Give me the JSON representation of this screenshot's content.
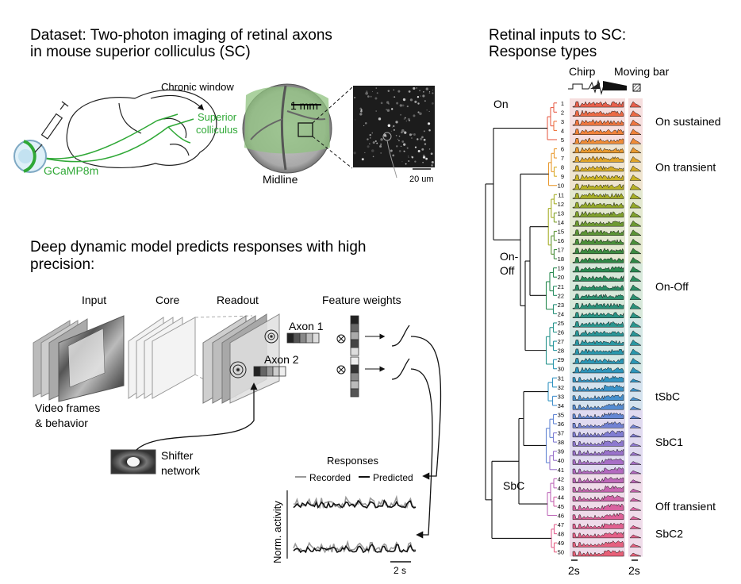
{
  "panel_a": {
    "title_line1": "Dataset: Two-photon imaging of retinal axons",
    "title_line2": "in mouse superior colliculus (SC)",
    "chronic_window": "Chronic window",
    "sc_line1": "Superior",
    "sc_line2": "colliculus",
    "scale_1mm": "1 mm",
    "midline": "Midline",
    "scale_20um": "20 um",
    "gcamp": "GCaMP8m"
  },
  "panel_b": {
    "title_line1": "Deep dynamic model predicts responses with high",
    "title_line2": "precision:",
    "input": "Input",
    "core": "Core",
    "readout": "Readout",
    "feature_weights": "Feature weights",
    "axon1": "Axon 1",
    "axon2": "Axon 2",
    "video_line1": "Video frames",
    "video_line2": "& behavior",
    "shifter_line1": "Shifter",
    "shifter_line2": "network",
    "responses": "Responses",
    "recorded": "Recorded",
    "predicted": "Predicted",
    "norm_activity": "Norm. activity",
    "scale_2s": "2 s"
  },
  "panel_c": {
    "title_line1": "Retinal inputs to SC:",
    "title_line2": "Response types",
    "chirp": "Chirp",
    "moving_bar": "Moving bar",
    "group_on": "On",
    "group_onoff_line1": "On-",
    "group_onoff_line2": "Off",
    "group_sbc": "SbC",
    "scale_left": "2s",
    "scale_right": "2s",
    "type_labels": [
      {
        "label": "On sustained",
        "row": 3
      },
      {
        "label": "On transient",
        "row": 8
      },
      {
        "label": "On-Off",
        "row": 21
      },
      {
        "label": "tSbC",
        "row": 33
      },
      {
        "label": "SbC1",
        "row": 38
      },
      {
        "label": "Off transient",
        "row": 45
      },
      {
        "label": "SbC2",
        "row": 48
      }
    ],
    "clusters": [
      "1",
      "2",
      "3",
      "4",
      "5",
      "6",
      "7",
      "8",
      "9",
      "10",
      "11",
      "12",
      "13",
      "14",
      "15",
      "16",
      "17",
      "18",
      "19",
      "20",
      "21",
      "22",
      "23",
      "24",
      "25",
      "26",
      "27",
      "28",
      "29",
      "30",
      "31",
      "32",
      "33",
      "34",
      "35",
      "36",
      "37",
      "38",
      "39",
      "40",
      "41",
      "42",
      "43",
      "44",
      "45",
      "46",
      "47",
      "48",
      "49",
      "50"
    ],
    "cluster_colors": [
      "#e8604c",
      "#ec6a45",
      "#ef7640",
      "#f0823a",
      "#f08c36",
      "#e99a30",
      "#e1a52a",
      "#d6ad27",
      "#c9b226",
      "#b8b225",
      "#a5ae27",
      "#93a82a",
      "#80a12e",
      "#6e9a32",
      "#5c9436",
      "#4a8e3a",
      "#3c8a40",
      "#2f8747",
      "#2a8a52",
      "#2a8c5c",
      "#2a8e66",
      "#2a9070",
      "#2a917a",
      "#2a9384",
      "#2a958e",
      "#2a9698",
      "#2a97a2",
      "#2a97ac",
      "#2c96b4",
      "#2e95bc",
      "#3194c2",
      "#3a92c8",
      "#4690ce",
      "#558cd2",
      "#6487d4",
      "#7282d4",
      "#807dd2",
      "#8d78cf",
      "#9a73cb",
      "#a76ec6",
      "#b36ac0",
      "#bd68b8",
      "#c766b0",
      "#d064a8",
      "#d862a0",
      "#de6198",
      "#e26090",
      "#e46088",
      "#e66080",
      "#e86078"
    ],
    "band_colors": [
      "#f6dede",
      "#efe4cf",
      "#e3e8cf",
      "#d7e8da",
      "#d3e6e4",
      "#d4e2ee",
      "#e0daf0",
      "#efdbe9"
    ]
  }
}
